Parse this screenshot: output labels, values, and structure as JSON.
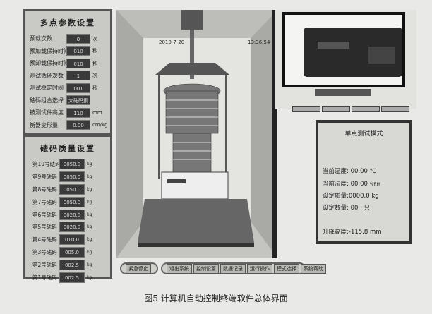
{
  "params_panel": {
    "title": "多点参数设置",
    "rows": [
      {
        "label": "预载次数",
        "value": "0",
        "unit": "次"
      },
      {
        "label": "预加载保持时间",
        "value": "010",
        "unit": "秒"
      },
      {
        "label": "预卸载保持时间",
        "value": "010",
        "unit": "秒"
      },
      {
        "label": "测试循环次数",
        "value": "1",
        "unit": "次"
      },
      {
        "label": "测试稳定时间",
        "value": "001",
        "unit": "秒"
      },
      {
        "label": "砝码组合选择",
        "value": "大砝码集",
        "unit": ""
      },
      {
        "label": "被测试件高度",
        "value": "110",
        "unit": "mm"
      },
      {
        "label": "衡器变形量",
        "value": "0.00",
        "unit": "cm/kg"
      }
    ]
  },
  "weights_panel": {
    "title": "砝码质量设置",
    "rows": [
      {
        "label": "第10号砝码",
        "value": "0050.0",
        "unit": "kg"
      },
      {
        "label": "第9号砝码",
        "value": "0050.0",
        "unit": "kg"
      },
      {
        "label": "第8号砝码",
        "value": "0050.0",
        "unit": "kg"
      },
      {
        "label": "第7号砝码",
        "value": "0050.0",
        "unit": "kg"
      },
      {
        "label": "第6号砝码",
        "value": "0020.0",
        "unit": "kg"
      },
      {
        "label": "第5号砝码",
        "value": "0020.0",
        "unit": "kg"
      },
      {
        "label": "第4号砝码",
        "value": "010.0",
        "unit": "kg"
      },
      {
        "label": "第3号砝码",
        "value": "005.0",
        "unit": "kg"
      },
      {
        "label": "第2号砝码",
        "value": "002.5",
        "unit": "kg"
      },
      {
        "label": "第1号砝码",
        "value": "002.5",
        "unit": "kg"
      }
    ]
  },
  "scene": {
    "date": "2010-7-20",
    "time": "13:36:54"
  },
  "mode_panel": {
    "title": "单点测试模式",
    "temperature": {
      "label": "当前温度:",
      "value": "00.00",
      "unit": "℃"
    },
    "humidity": {
      "label": "当前湿度:",
      "value": "00.00",
      "unit": "%RH"
    },
    "mass": {
      "label": "设定质量:",
      "value": "0000.0",
      "unit": "kg"
    },
    "count": {
      "label": "设定数量:",
      "value": "00",
      "unit": "只"
    },
    "lift": {
      "label": "升降高度:",
      "value": "-115.8",
      "unit": "mm"
    }
  },
  "buttons": {
    "emergency_stop": "紧急停止",
    "exit": "退出系统",
    "control": "控制设置",
    "records": "数据记录",
    "operation": "运行操作",
    "mode": "模式选择",
    "help": "系统帮助"
  },
  "caption": "图5   计算机自动控制终端软件总体界面"
}
